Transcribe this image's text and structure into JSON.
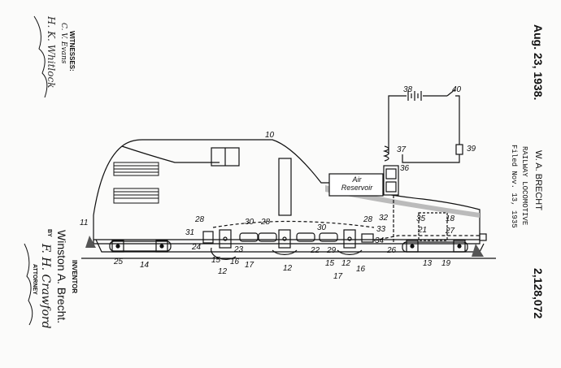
{
  "header": {
    "date": "Aug. 23, 1938.",
    "inventor_name": "W. A. BRECHT",
    "title": "RAILWAY LOCOMOTIVE",
    "filed": "Filed Nov. 13, 1935",
    "patent_number": "2,128,072"
  },
  "signatures": {
    "witnesses_label": "WITNESSES:",
    "witness_1": "C. V. Evans",
    "witness_2": "H. K. Whitlock",
    "inventor_label": "INVENTOR",
    "inventor": "Winston A. Brecht.",
    "by_label": "BY",
    "attorney_label": "ATTORNEY",
    "attorney": "F. H. Crawford"
  },
  "drawing": {
    "reservoir_line1": "Air",
    "reservoir_line2": "Reservoir",
    "labels": [
      "10",
      "11",
      "38",
      "40",
      "39",
      "37",
      "36",
      "28",
      "30",
      "28",
      "31",
      "24",
      "23",
      "15",
      "16",
      "17",
      "12",
      "12",
      "25",
      "14",
      "30",
      "28",
      "22",
      "29",
      "15",
      "12",
      "16",
      "17",
      "32",
      "33",
      "35",
      "18",
      "21",
      "27",
      "34",
      "26",
      "13",
      "19"
    ]
  }
}
